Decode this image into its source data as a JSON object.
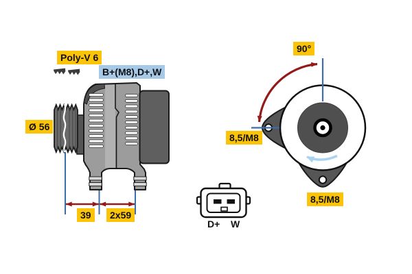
{
  "title": "Alternator technical drawing",
  "colors": {
    "label_bg": "#fcc409",
    "terminal_bg": "#a5c9e7",
    "dim_red": "#941a1a",
    "line_blue": "#3d6ea9",
    "rotation_blue": "#a8d4f2",
    "body_gray": "#9c9c9c",
    "cover_gray": "#5f5f5f",
    "pulley_gray": "#6a6a6a",
    "rotor_gray": "#4f4f4f",
    "lug_gray": "#565656",
    "outline": "#1a1a1a",
    "canvas_bg": "#ffffff"
  },
  "side_view": {
    "belt_type_label": "Poly-V 6",
    "terminals_label": "B+(M8),D+,W",
    "pulley_diameter_label": "Ø 56",
    "dim_pulley_to_front_foot": "39",
    "dim_feet_spacing": "2x59"
  },
  "front_view": {
    "mounting_angle_label": "90°",
    "left_hole_label": "8,5/M8",
    "bottom_hole_label": "8,5/M8"
  },
  "connector": {
    "left_pin_label": "D+",
    "right_pin_label": "W"
  }
}
